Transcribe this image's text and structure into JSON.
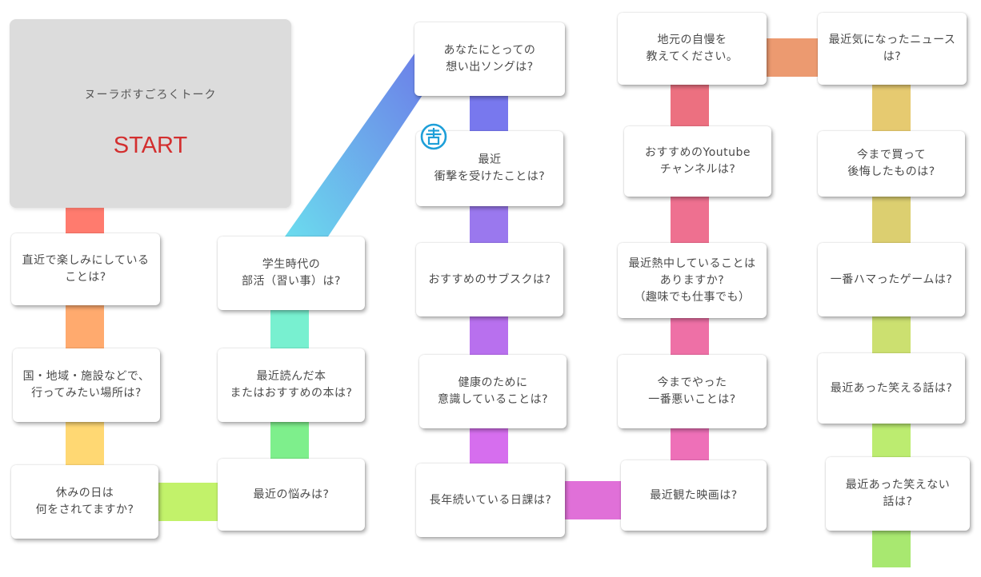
{
  "start": {
    "title": "ヌーラボすごろくトーク",
    "label": "START",
    "label_color": "#d32f2f"
  },
  "logo_icon": "kichi-seal-icon",
  "squares": [
    {
      "id": "c1a",
      "text": "直近で楽しみにしている\nことは?"
    },
    {
      "id": "c1b",
      "text": "国・地域・施設などで、\n行ってみたい場所は?"
    },
    {
      "id": "c1c",
      "text": "休みの日は\n何をされてますか?"
    },
    {
      "id": "c2c",
      "text": "最近の悩みは?"
    },
    {
      "id": "c2b",
      "text": "最近読んだ本\nまたはおすすめの本は?"
    },
    {
      "id": "c2a",
      "text": "学生時代の\n部活（習い事）は?"
    },
    {
      "id": "c3a",
      "text": "あなたにとっての\n想い出ソングは?"
    },
    {
      "id": "c3b",
      "text": "最近\n衝撃を受けたことは?"
    },
    {
      "id": "c3c",
      "text": "おすすめのサブスクは?"
    },
    {
      "id": "c3d",
      "text": "健康のために\n意識していることは?"
    },
    {
      "id": "c3e",
      "text": "長年続いている日課は?"
    },
    {
      "id": "c4e",
      "text": "最近観た映画は?"
    },
    {
      "id": "c4d",
      "text": "今までやった\n一番悪いことは?"
    },
    {
      "id": "c4c",
      "text": "最近熱中していることは\nありますか?\n（趣味でも仕事でも）"
    },
    {
      "id": "c4b",
      "text": "おすすめのYoutube\nチャンネルは?"
    },
    {
      "id": "c4a",
      "text": "地元の自慢を\n教えてください。"
    },
    {
      "id": "c5a",
      "text": "最近気になったニュース\nは?"
    },
    {
      "id": "c5b",
      "text": "今まで買って\n後悔したものは?"
    },
    {
      "id": "c5c",
      "text": "一番ハマったゲームは?"
    },
    {
      "id": "c5d",
      "text": "最近あった笑える話は?"
    },
    {
      "id": "c5e",
      "text": "最近あった笑えない\n話は?"
    }
  ],
  "path_colors": {
    "start_to_c1a": "#ff7b6e",
    "c1a_c1b": "#ffaa6e",
    "c1b_c1c": "#ffd873",
    "c1c_c2c": "#c2f26a",
    "c2c_c2b": "#7eef8c",
    "c2b_c2a": "#78f0d0",
    "diag_start": "#6bdcee",
    "diag_end": "#6c7ae8",
    "c3a_c3b": "#7878ee",
    "c3b_c3c": "#9a78ee",
    "c3c_c3d": "#b870ee",
    "c3d_c3e": "#d66eee",
    "c3e_c4e": "#e070d8",
    "c4e_c4d": "#ee70b8",
    "c4d_c4c": "#ee70a6",
    "c4c_c4b": "#ee7090",
    "c4b_c4a": "#ec7080",
    "c4a_c5a": "#ec9a70",
    "c5a_c5b": "#e6ca70",
    "c5b_c5c": "#dccf70",
    "c5c_c5d": "#cce070",
    "c5d_c5e": "#bcec70",
    "c5e_end": "#a8e870"
  }
}
